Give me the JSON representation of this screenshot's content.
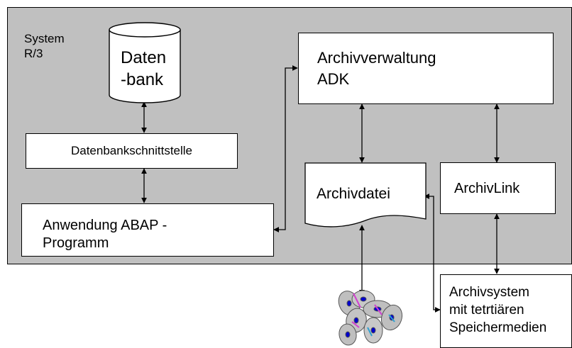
{
  "colors": {
    "system_background": "#c0c0c0",
    "box_fill": "#ffffff",
    "line": "#000000",
    "disc_fill": "#bfbfbf",
    "disc_hub": "#0000cc"
  },
  "system": {
    "label_line1": "System",
    "label_line2": "R/3"
  },
  "database": {
    "line1": "Daten",
    "line2": "-bank"
  },
  "db_interface": {
    "label": "Datenbankschnittstelle"
  },
  "application": {
    "line1": "Anwendung ABAP -",
    "line2": "Programm"
  },
  "archive_admin": {
    "line1": "Archivverwaltung",
    "line2": "ADK"
  },
  "archive_file": {
    "label": "Archivdatei"
  },
  "archivlink": {
    "label": "ArchivLink"
  },
  "archive_system": {
    "line1": "Archivsystem",
    "line2": "mit tetrtiären",
    "line3": "Speichermedien"
  },
  "media_icon": "cd-stack-icon"
}
